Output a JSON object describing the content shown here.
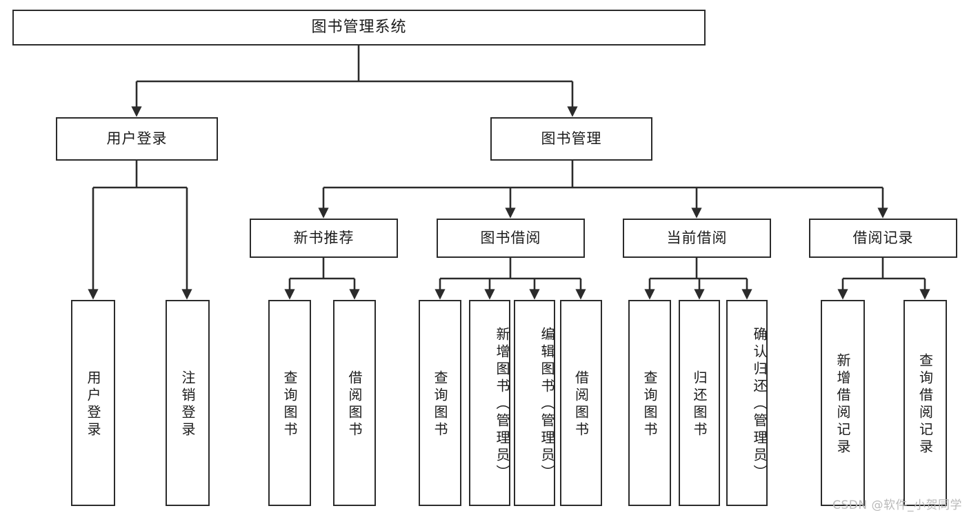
{
  "diagram": {
    "title": "图书管理系统",
    "type": "hierarchy-tree",
    "watermark": "CSDN @软件_小贺同学",
    "colors": {
      "stroke": "#2b2b2b",
      "fill": "#ffffff",
      "text": "#1b1b1b",
      "watermark": "#b9b9b9"
    },
    "levels": {
      "root": "图书管理系统",
      "level2": [
        "用户登录",
        "图书管理"
      ],
      "level3": [
        "新书推荐",
        "图书借阅",
        "当前借阅",
        "借阅记录"
      ],
      "leaves": [
        "用户登录",
        "注销登录",
        "查询图书",
        "借阅图书",
        "查询图书",
        "新增图书（管理员）",
        "编辑图书（管理员）",
        "借阅图书",
        "查询图书",
        "归还图书",
        "确认归还（管理员）",
        "新增借阅记录",
        "查询借阅记录"
      ]
    },
    "nodes": {
      "root": {
        "label": "图书管理系统"
      },
      "user_login": {
        "label": "用户登录"
      },
      "book_manage": {
        "label": "图书管理"
      },
      "new_book_rec": {
        "label": "新书推荐"
      },
      "book_borrow": {
        "label": "图书借阅"
      },
      "current_borrow": {
        "label": "当前借阅"
      },
      "borrow_record": {
        "label": "借阅记录"
      },
      "leaf_user_login": {
        "label": "用户登录"
      },
      "leaf_logout": {
        "label": "注销登录"
      },
      "leaf_query_book_1": {
        "label": "查询图书"
      },
      "leaf_borrow_book_1": {
        "label": "借阅图书"
      },
      "leaf_query_book_2": {
        "label": "查询图书"
      },
      "leaf_add_book": {
        "label": "新增图书（管理员）"
      },
      "leaf_edit_book": {
        "label": "编辑图书（管理员）"
      },
      "leaf_borrow_book_2": {
        "label": "借阅图书"
      },
      "leaf_query_book_3": {
        "label": "查询图书"
      },
      "leaf_return_book": {
        "label": "归还图书"
      },
      "leaf_confirm_return": {
        "label": "确认归还（管理员）"
      },
      "leaf_add_record": {
        "label": "新增借阅记录"
      },
      "leaf_query_record": {
        "label": "查询借阅记录"
      }
    }
  }
}
